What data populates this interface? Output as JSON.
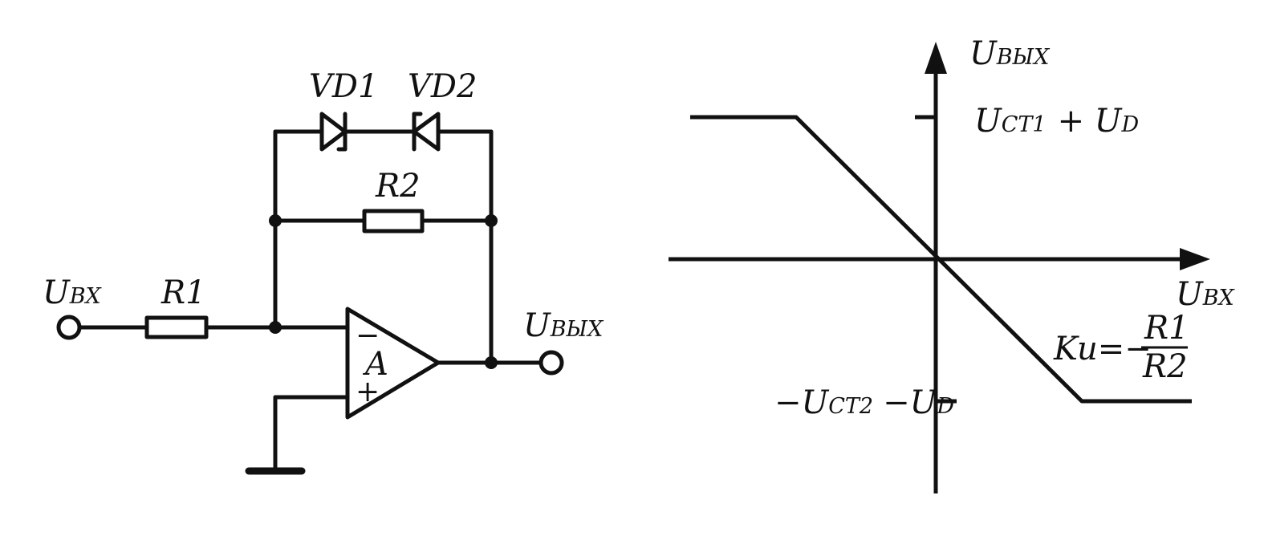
{
  "circuit": {
    "input_label": "U",
    "input_label_sub": "BX",
    "output_label": "U",
    "output_label_sub": "BЫX",
    "r1_label": "R1",
    "r2_label": "R2",
    "vd1_label": "VD1",
    "vd2_label": "VD2",
    "opamp_label": "A",
    "inverting_symbol": "−",
    "noninverting_symbol": "+"
  },
  "graph": {
    "y_axis_label": "U",
    "y_axis_label_sub": "BЫX",
    "x_axis_label": "U",
    "x_axis_label_sub": "BX",
    "upper_level_label": "U",
    "upper_level_sub": "CT1",
    "upper_level_suffix": "+  U",
    "upper_level_suffix_sub": "D",
    "lower_level_prefix": "−U",
    "lower_level_sub": "CT2",
    "lower_level_suffix": "−U",
    "lower_level_suffix_sub": "D",
    "gain_label": "Ku=−",
    "gain_numerator": "R1",
    "gain_denominator": "R2"
  },
  "colors": {
    "ink": "#111111",
    "background": "#ffffff"
  }
}
